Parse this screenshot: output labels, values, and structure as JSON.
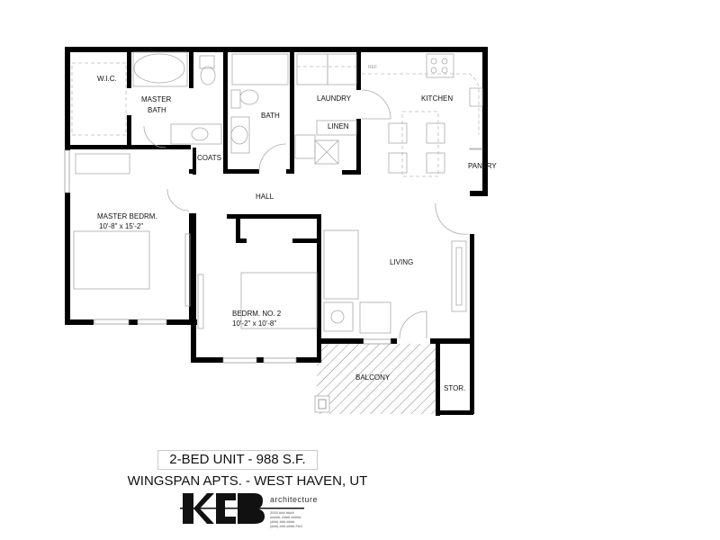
{
  "plan": {
    "rooms": [
      {
        "id": "wic",
        "label": "W.I.C."
      },
      {
        "id": "master_bath",
        "label": "MASTER",
        "label2": "BATH"
      },
      {
        "id": "bath",
        "label": "BATH"
      },
      {
        "id": "laundry",
        "label": "LAUNDRY"
      },
      {
        "id": "linen",
        "label": "LINEN"
      },
      {
        "id": "kitchen",
        "label": "KITCHEN"
      },
      {
        "id": "pantry",
        "label": "PANTRY"
      },
      {
        "id": "coats",
        "label": "COATS"
      },
      {
        "id": "hall",
        "label": "HALL"
      },
      {
        "id": "master_bedroom",
        "label": "MASTER BEDRM.",
        "dims": "10'-8\" x 15'-2\""
      },
      {
        "id": "bedroom2",
        "label": "BEDRM. NO. 2",
        "dims": "10'-2\" x 10'-8\""
      },
      {
        "id": "living",
        "label": "LIVING"
      },
      {
        "id": "balcony",
        "label": "BALCONY"
      },
      {
        "id": "storage",
        "label": "STOR."
      }
    ],
    "ref_label": "REF"
  },
  "footer": {
    "unit": "2-BED UNIT - 988 S.F.",
    "project": "WINGSPAN APTS. - WEST HAVEN, UT",
    "logo_text": "KCB",
    "logo_sub": "architecture",
    "address_lines": [
      "2000 ### ####",
      "#####, ####  #####",
      "(###) ###-####",
      "(###) ###-####  FAX"
    ]
  }
}
